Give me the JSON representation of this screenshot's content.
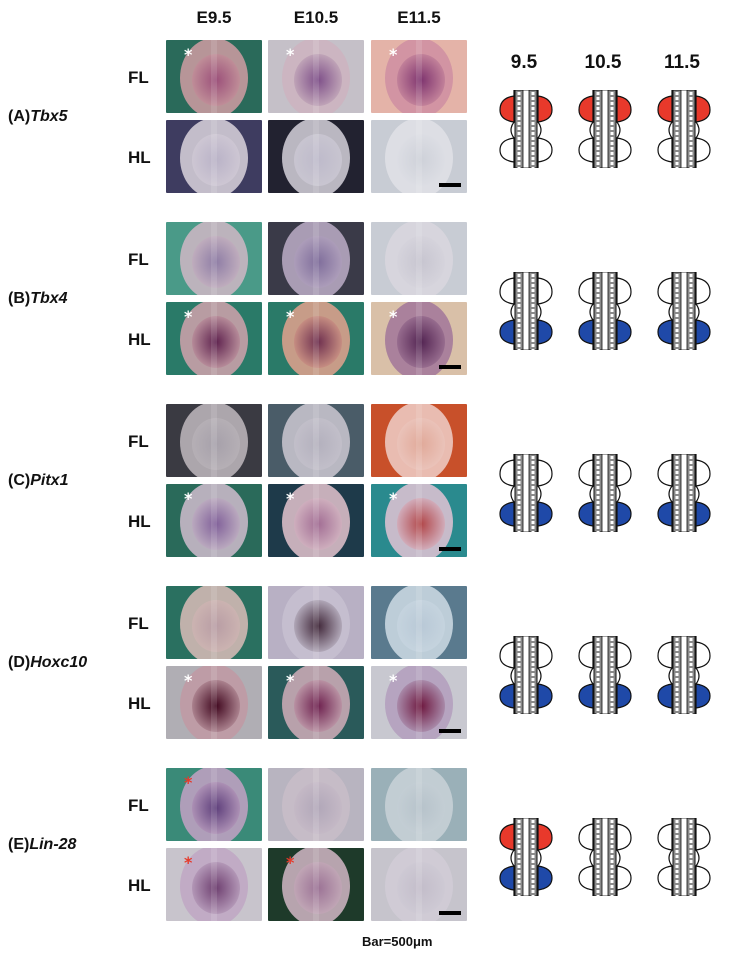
{
  "columns": [
    "E9.5",
    "E10.5",
    "E11.5"
  ],
  "schematic_columns": [
    "9.5",
    "10.5",
    "11.5"
  ],
  "row_labels": {
    "fore": "FL",
    "hind": "HL"
  },
  "colors": {
    "forelimb_expr": "#e8392b",
    "hindlimb_expr": "#1f49a8",
    "asterisk_white": "#ffffff",
    "asterisk_red": "#e53a2a"
  },
  "genes": [
    {
      "letter": "(A)",
      "name": "Tbx5",
      "photos": {
        "fl": [
          {
            "bg": "#2a6a5a",
            "tissue": "#c79a9e",
            "stain": "#9a4c78",
            "star": "white"
          },
          {
            "bg": "#c5c0c8",
            "tissue": "#ccb4c0",
            "stain": "#7a4a86",
            "star": "white"
          },
          {
            "bg": "#e4b3a8",
            "tissue": "#cf90a2",
            "stain": "#7a2f6c",
            "star": "white"
          }
        ],
        "hl": [
          {
            "bg": "#3e3c60",
            "tissue": "#d2cbd6",
            "stain": "#b9b2c7",
            "star": "none"
          },
          {
            "bg": "#222230",
            "tissue": "#cbc8d2",
            "stain": "#bebacb",
            "star": "none"
          },
          {
            "bg": "#c8ccd4",
            "tissue": "#dfe0e6",
            "stain": "#cdd0d8",
            "star": "none"
          }
        ]
      },
      "schematic": {
        "fore": [
          1,
          1,
          1
        ],
        "hind": [
          0,
          0,
          0
        ]
      }
    },
    {
      "letter": "(B)",
      "name": "Tbx4",
      "photos": {
        "fl": [
          {
            "bg": "#4a9a88",
            "tissue": "#c9b6c2",
            "stain": "#8c7aa4",
            "star": "none"
          },
          {
            "bg": "#3a3a48",
            "tissue": "#b6a7c0",
            "stain": "#7d6b9a",
            "star": "none"
          },
          {
            "bg": "#c8ccd4",
            "tissue": "#d8d6de",
            "stain": "#c6c4cf",
            "star": "none"
          }
        ],
        "hl": [
          {
            "bg": "#2a7a68",
            "tissue": "#c8a0a8",
            "stain": "#5a1c4a",
            "star": "white"
          },
          {
            "bg": "#2a7a68",
            "tissue": "#d8a08c",
            "stain": "#6a2a4c",
            "star": "white"
          },
          {
            "bg": "#d9c0a8",
            "tissue": "#a47a9a",
            "stain": "#4e1f4e",
            "star": "white"
          }
        ]
      },
      "schematic": {
        "fore": [
          0,
          0,
          0
        ],
        "hind": [
          1,
          1,
          1
        ]
      }
    },
    {
      "letter": "(C)",
      "name": "Pitx1",
      "photos": {
        "fl": [
          {
            "bg": "#3a3a42",
            "tissue": "#b9b3b8",
            "stain": "#a6a0aa",
            "star": "none"
          },
          {
            "bg": "#4a5c68",
            "tissue": "#c5c2cc",
            "stain": "#b3b0bd",
            "star": "none"
          },
          {
            "bg": "#c8502a",
            "tissue": "#ecc8c0",
            "stain": "#e0a898",
            "star": "none"
          }
        ],
        "hl": [
          {
            "bg": "#2a6a5a",
            "tissue": "#c6b8c6",
            "stain": "#7e5c98",
            "star": "white"
          },
          {
            "bg": "#1e3a4a",
            "tissue": "#d8bcc6",
            "stain": "#a06a92",
            "star": "white"
          },
          {
            "bg": "#2a8a8e",
            "tissue": "#d8c0d0",
            "stain": "#b04042",
            "star": "white"
          }
        ]
      },
      "schematic": {
        "fore": [
          0,
          0,
          0
        ],
        "hind": [
          1,
          1,
          1
        ]
      }
    },
    {
      "letter": "(D)",
      "name": "Hoxc10",
      "photos": {
        "fl": [
          {
            "bg": "#2a7060",
            "tissue": "#d0b8b4",
            "stain": "#b89ca4",
            "star": "none"
          },
          {
            "bg": "#b8b0c4",
            "tissue": "#c6c0d0",
            "stain": "#3a2032",
            "star": "none"
          },
          {
            "bg": "#5a7a8e",
            "tissue": "#c8d6e0",
            "stain": "#b8c8d6",
            "star": "none"
          }
        ],
        "hl": [
          {
            "bg": "#b0aeb4",
            "tissue": "#c09aa4",
            "stain": "#3a0018",
            "star": "white"
          },
          {
            "bg": "#2a5a5a",
            "tissue": "#c8a8b4",
            "stain": "#6a1a4a",
            "star": "white"
          },
          {
            "bg": "#c8c8d0",
            "tissue": "#b4a0be",
            "stain": "#6a1038",
            "star": "white"
          }
        ]
      },
      "schematic": {
        "fore": [
          0,
          0,
          0
        ],
        "hind": [
          1,
          1,
          1
        ]
      }
    },
    {
      "letter": "(E)",
      "name": "Lin-28",
      "photos": {
        "fl": [
          {
            "bg": "#3a8a78",
            "tissue": "#bca0c0",
            "stain": "#5a3a78",
            "star": "red"
          },
          {
            "bg": "#b8b4c0",
            "tissue": "#c8bcc8",
            "stain": "#b0a6b8",
            "star": "none"
          },
          {
            "bg": "#9ab0b8",
            "tissue": "#c6d0d6",
            "stain": "#b6c2ca",
            "star": "none"
          }
        ],
        "hl": [
          {
            "bg": "#c8c4cc",
            "tissue": "#c0a8c4",
            "stain": "#6a3a6c",
            "star": "red"
          },
          {
            "bg": "#1e3a2a",
            "tissue": "#c8b0bc",
            "stain": "#9a7094",
            "star": "red"
          },
          {
            "bg": "#c6c4cc",
            "tissue": "#d0ccd6",
            "stain": "#c2bcc9",
            "star": "none"
          }
        ]
      },
      "schematic": {
        "fore": [
          1,
          0,
          0
        ],
        "hind": [
          1,
          0,
          0
        ]
      }
    }
  ],
  "footer": {
    "bar_text": "Bar=500μm"
  }
}
